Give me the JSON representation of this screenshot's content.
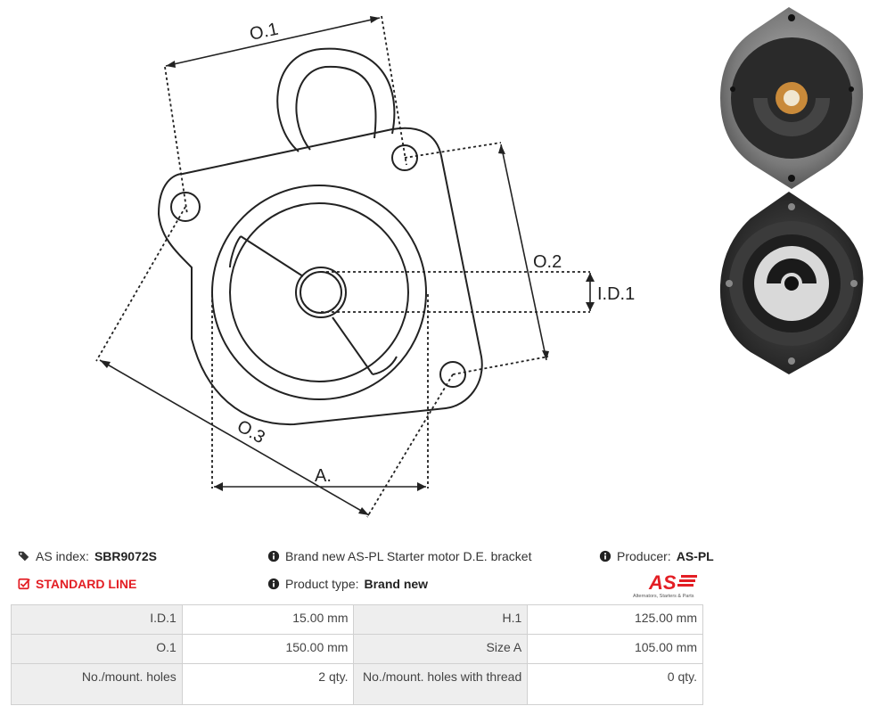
{
  "drawing": {
    "labels": {
      "o1": "O.1",
      "o2": "O.2",
      "o3": "O.3",
      "id1": "I.D.1",
      "a": "A."
    }
  },
  "info": {
    "as_index_label": "AS index:",
    "as_index_value": "SBR9072S",
    "standard_line": "STANDARD LINE",
    "description": "Brand new AS-PL Starter motor D.E. bracket",
    "product_type_label": "Product type:",
    "product_type_value": "Brand new",
    "producer_label": "Producer:",
    "producer_value": "AS-PL",
    "logo_text": "AS",
    "logo_tagline": "Alternators, Starters & Parts"
  },
  "specs": [
    [
      "I.D.1",
      "15.00 mm",
      "H.1",
      "125.00  mm"
    ],
    [
      "O.1",
      "150.00 mm",
      "Size A",
      "105.00 mm"
    ],
    [
      "No./mount. holes",
      "2 qty.",
      "No./mount. holes with thread",
      "0 qty."
    ]
  ],
  "colors": {
    "accent": "#e31e24",
    "label_bg": "#eeeeee",
    "border": "#d0d0d0"
  }
}
